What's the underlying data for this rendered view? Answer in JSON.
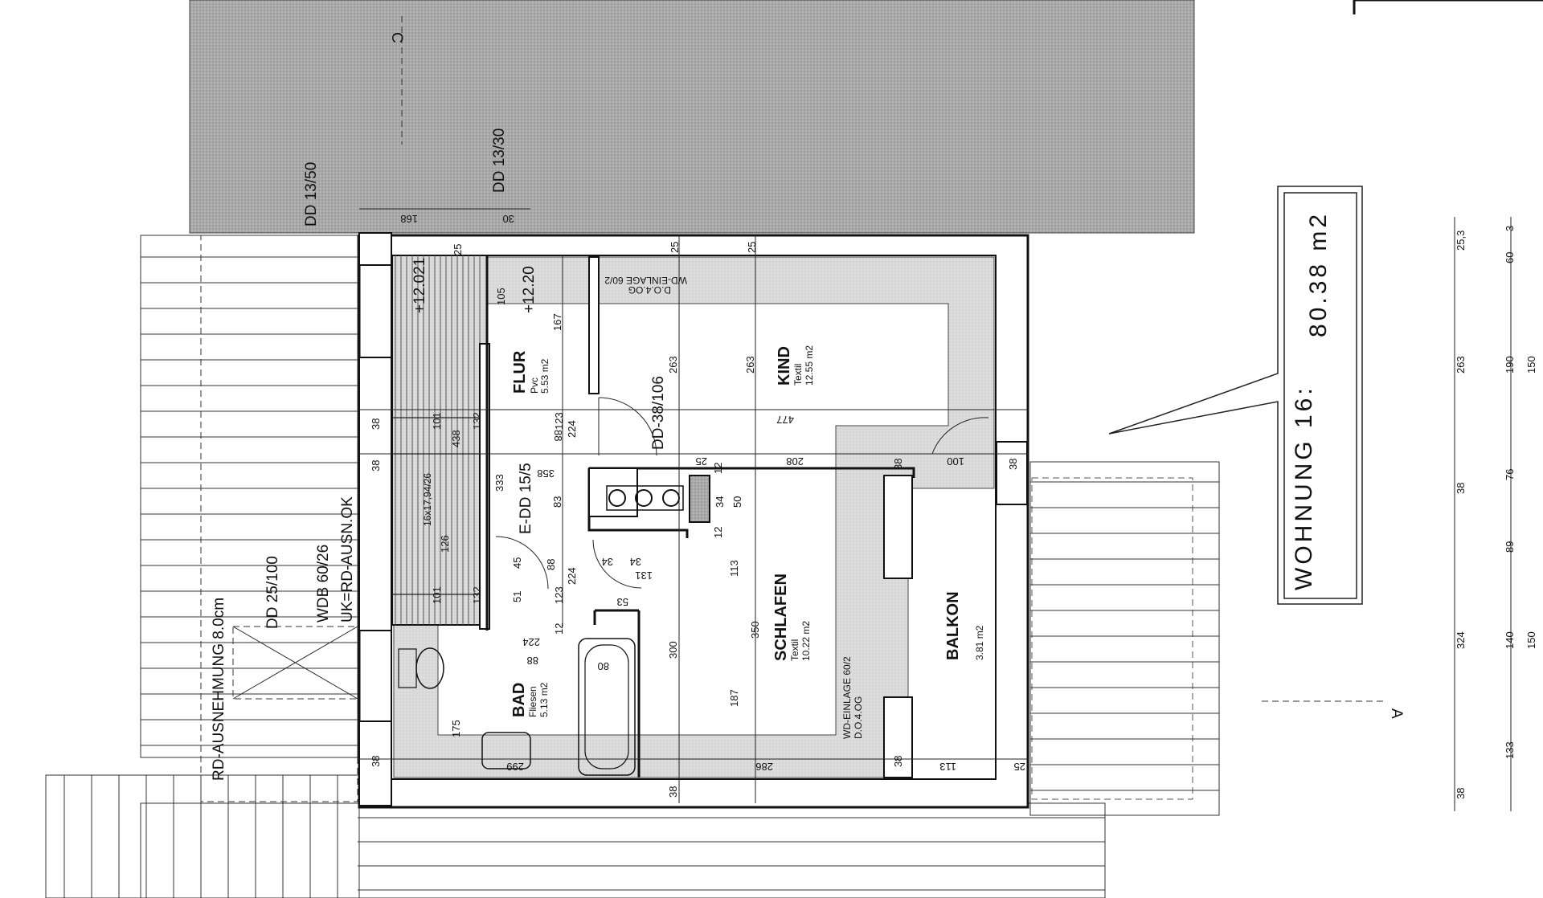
{
  "sections": {
    "top": "C",
    "right": "A"
  },
  "notes": {
    "dd_13_50": "DD 13/50",
    "dd_13_30": "DD 13/30",
    "dd_25_100": "DD 25/100",
    "wdb": "WDB 60/26",
    "uk": "UK=RD-AUSN.OK",
    "rd_aus": "RD-AUSNEHMUNG 8.0cm",
    "dd_38_106": "DD-38/106",
    "edd": "E-DD 15/5",
    "stairs": "16x17,94/26",
    "wd_einlage_top": "WD-EINLAGE 60/2",
    "wd_top_sub": "D.O.4.OG",
    "wd_einlage_bottom": "WD-EINLAGE 60/2",
    "wd_bottom_sub": "D.O.4.OG"
  },
  "levels": {
    "l1": "+12.021",
    "l2": "+12.20"
  },
  "rooms": {
    "flur": {
      "name": "FLUR",
      "floor": "Pvc",
      "area": "5.53 m2"
    },
    "kind": {
      "name": "KIND",
      "floor": "Textil",
      "area": "12.55 m2"
    },
    "schlafen": {
      "name": "SCHLAFEN",
      "floor": "Textil",
      "area": "10.22 m2"
    },
    "bad": {
      "name": "BAD",
      "floor": "Fliesen",
      "area": "5.13 m2"
    },
    "balkon": {
      "name": "BALKON",
      "floor": "",
      "area": "3.81 m2"
    }
  },
  "apartment": {
    "title": "WOHNUNG 16:",
    "area": "80.38 m2"
  },
  "dims": {
    "d168": "168",
    "d30": "30",
    "d25a": "25",
    "d25b": "25",
    "d25c": "25",
    "d105": "105",
    "d167": "167",
    "d263a": "263",
    "d263b": "263",
    "d477": "477",
    "d38a": "38",
    "d38b": "38",
    "d38c": "38",
    "d38d": "38",
    "d38e": "38",
    "d38f": "38",
    "d38g": "38",
    "d101a": "101",
    "d101b": "101",
    "d132a": "132",
    "d132b": "132",
    "d123a": "123",
    "d123b": "123",
    "d88a": "88",
    "d88b": "88",
    "d88c": "88",
    "d224a": "224",
    "d224b": "224",
    "d224c": "224",
    "d12a": "12",
    "d12b": "12",
    "d12c": "12",
    "d358": "358",
    "d438": "438",
    "d333": "333",
    "d83": "83",
    "d126": "126",
    "d208": "208",
    "d100": "100",
    "d25d": "25",
    "d34a": "34",
    "d34b": "34",
    "d34c": "34",
    "d50": "50",
    "d131": "131",
    "d53": "53",
    "d45": "45",
    "d51": "51",
    "d113a": "113",
    "d113b": "113",
    "d350": "350",
    "d300": "300",
    "d187": "187",
    "d80": "80",
    "d175": "175",
    "d286": "286",
    "d299": "299",
    "d25e": "25"
  },
  "right_dims": {
    "outer": [
      "25,3",
      "263",
      "38",
      "324",
      "38"
    ],
    "inner_top": [
      "60",
      "190",
      "76",
      "89",
      "140",
      "133"
    ],
    "extra": [
      "3",
      "150",
      "150"
    ]
  }
}
